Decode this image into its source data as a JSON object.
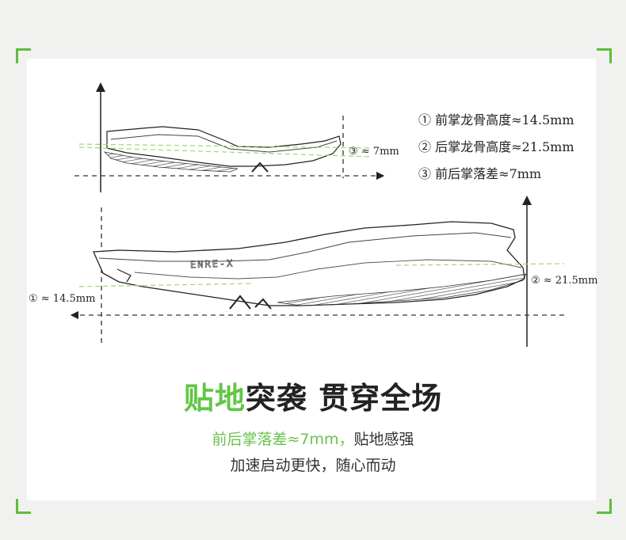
{
  "diagram": {
    "legend": [
      {
        "marker": "①",
        "text": "前掌龙骨高度≈14.5mm"
      },
      {
        "marker": "②",
        "text": "后掌龙骨高度≈21.5mm"
      },
      {
        "marker": "③",
        "text": "前后掌落差≈7mm"
      }
    ],
    "top_callout": "③ ≈ 7mm",
    "left_callout": "① ≈ 14.5mm",
    "right_callout": "② ≈ 21.5mm",
    "sole_logo": "ENRE-X"
  },
  "headline": {
    "green_part": "贴地",
    "black_part": "突袭 贯穿全场"
  },
  "body": {
    "line1_green": "前后掌落差≈7mm，",
    "line1_rest": "贴地感强",
    "line2": "加速启动更快，随心而动"
  },
  "colors": {
    "accent_green": "#62c646",
    "frame_green": "#5cbf3a",
    "guide_green": "#9ed870",
    "text_dark": "#222222"
  }
}
